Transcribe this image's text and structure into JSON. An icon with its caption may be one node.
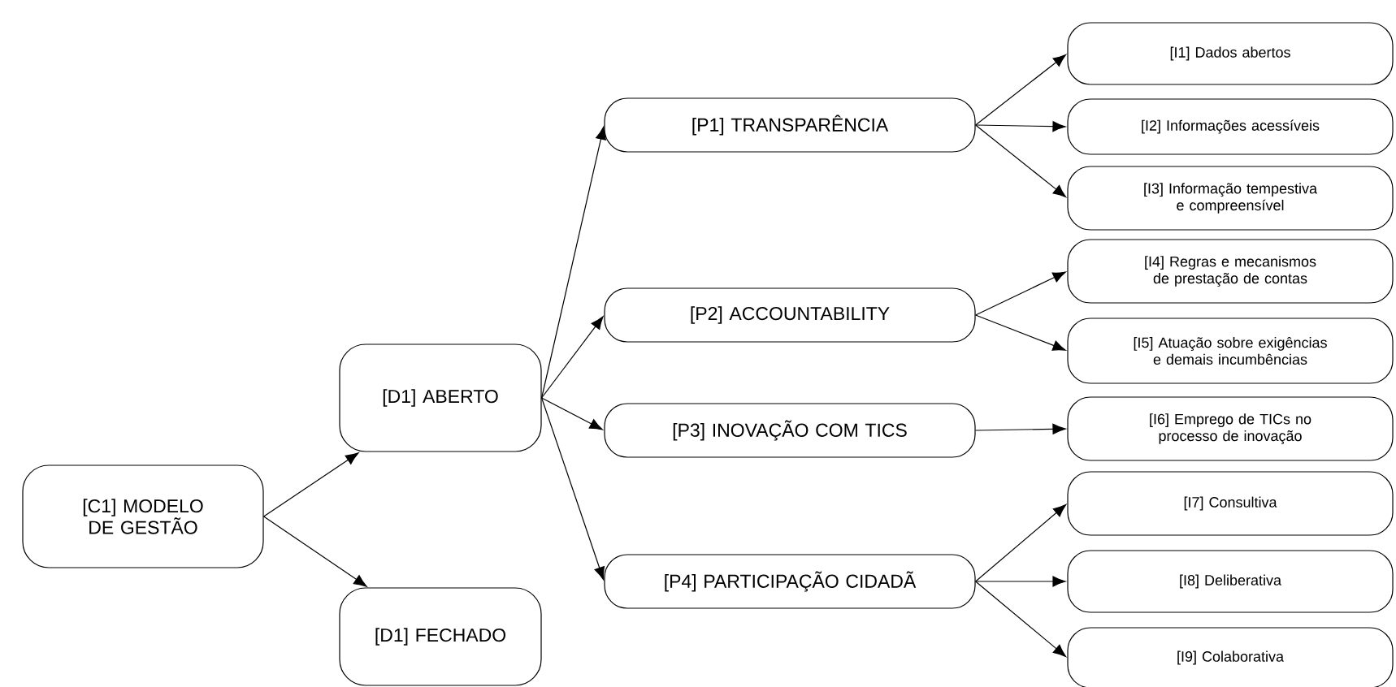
{
  "diagram": {
    "nodes": [
      {
        "text": [
          "[C1] MODELO DE GESTÃO"
        ]
      },
      {
        "text": [
          "[D1] ABERTO"
        ]
      },
      {
        "text": [
          "[D1] FECHADO"
        ]
      },
      {
        "text": [
          "[P1] TRANSPARÊNCIA"
        ]
      },
      {
        "text": [
          "[P2] ACCOUNTABILITY"
        ]
      },
      {
        "text": [
          "[P3] INOVAÇÃO COM TICS"
        ]
      },
      {
        "text": [
          "[P4] PARTICIPAÇÃO CIDADÃ"
        ]
      },
      {
        "text": [
          "[I1] Dados abertos"
        ]
      },
      {
        "text": [
          "[I2] Informações acessíveis"
        ]
      },
      {
        "text": [
          "[I3] Informação tempestiva e compreensível"
        ]
      },
      {
        "text": [
          "[I4] Regras e mecanismos de prestação de contas"
        ]
      },
      {
        "text": [
          "[I5] Atuação sobre exigências e demais incumbências"
        ]
      },
      {
        "text": [
          "[I6] Emprego de TICs no processo de inovação"
        ]
      },
      {
        "text": [
          "[I7] Consultiva"
        ]
      },
      {
        "text": [
          "[I8] Deliberativa"
        ]
      },
      {
        "text": [
          "[I9] Colaborativa"
        ]
      }
    ],
    "edges": [
      {
        "from": 0,
        "to": 1,
        "arrow": "to"
      },
      {
        "from": 0,
        "to": 2,
        "arrow": "to"
      },
      {
        "from": 1,
        "to": 3,
        "arrow": "to"
      },
      {
        "from": 1,
        "to": 4,
        "arrow": "to"
      },
      {
        "from": 1,
        "to": 5,
        "arrow": "to"
      },
      {
        "from": 1,
        "to": 6,
        "arrow": "to"
      },
      {
        "from": 3,
        "to": 7,
        "arrow": "to"
      },
      {
        "from": 3,
        "to": 8,
        "arrow": "to"
      },
      {
        "from": 3,
        "to": 9,
        "arrow": "to"
      },
      {
        "from": 4,
        "to": 10,
        "arrow": "to"
      },
      {
        "from": 4,
        "to": 11,
        "arrow": "to"
      },
      {
        "from": 5,
        "to": 12,
        "arrow": "to"
      },
      {
        "from": 6,
        "to": 13,
        "arrow": "to"
      },
      {
        "from": 6,
        "to": 14,
        "arrow": "to"
      },
      {
        "from": 6,
        "to": 15,
        "arrow": "to"
      }
    ]
  }
}
